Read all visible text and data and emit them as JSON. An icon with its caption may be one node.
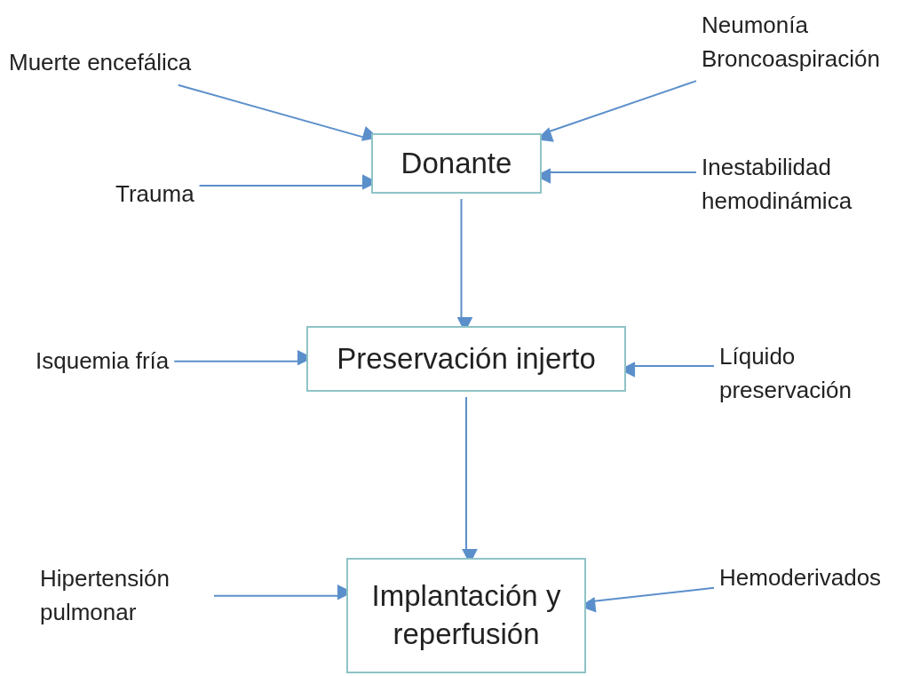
{
  "diagram": {
    "nodes": [
      {
        "text": [
          "Donante"
        ]
      },
      {
        "text": [
          "Preservación injerto"
        ]
      },
      {
        "text": [
          "Implantación y reperfusión"
        ]
      },
      {
        "text": [
          "Muerte encefálica"
        ]
      },
      {
        "text": [
          "Trauma"
        ]
      },
      {
        "text": [
          "Neumonía Broncoaspiración"
        ]
      },
      {
        "text": [
          "Inestabilidad hemodinámica"
        ]
      },
      {
        "text": [
          "Isquemia fría"
        ]
      },
      {
        "text": [
          "Líquido preservación"
        ]
      },
      {
        "text": [
          "Hipertensión pulmonar"
        ]
      },
      {
        "text": [
          "Hemoderivados"
        ]
      }
    ],
    "edges": [
      {
        "from": 3,
        "to": 0,
        "arrow": "to"
      },
      {
        "from": 4,
        "to": 0,
        "arrow": "to"
      },
      {
        "from": 5,
        "to": 0,
        "arrow": "to"
      },
      {
        "from": 6,
        "to": 0,
        "arrow": "to"
      },
      {
        "from": 0,
        "to": 1,
        "arrow": "to"
      },
      {
        "from": 7,
        "to": 1,
        "arrow": "to"
      },
      {
        "from": 8,
        "to": 1,
        "arrow": "to"
      },
      {
        "from": 1,
        "to": 2,
        "arrow": "to"
      },
      {
        "from": 9,
        "to": 2,
        "arrow": "to"
      },
      {
        "from": 10,
        "to": 2,
        "arrow": "to"
      }
    ]
  }
}
